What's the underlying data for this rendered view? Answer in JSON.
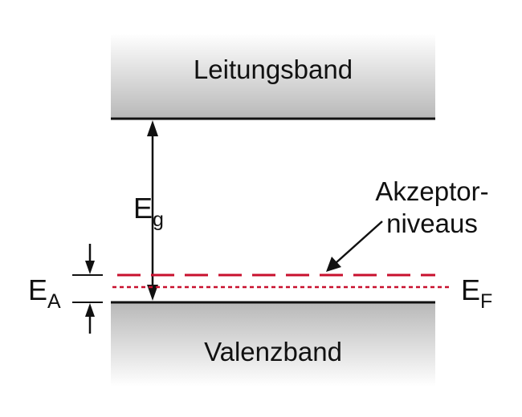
{
  "bands": {
    "conduction_label": "Leitungsband",
    "valence_label": "Valenzband"
  },
  "gap": {
    "symbol": "E",
    "subscript": "g"
  },
  "acceptor": {
    "label_line1": "Akzeptor-",
    "label_line2": "niveaus"
  },
  "acceptor_energy": {
    "symbol": "E",
    "subscript": "A"
  },
  "fermi": {
    "symbol": "E",
    "subscript": "F"
  },
  "colors": {
    "acceptor_line": "#c8102e",
    "fermi_line": "#c8102e",
    "band_edge": "#111111",
    "band_fill_dark": "#b8b8b8",
    "band_fill_light": "#ffffff"
  }
}
